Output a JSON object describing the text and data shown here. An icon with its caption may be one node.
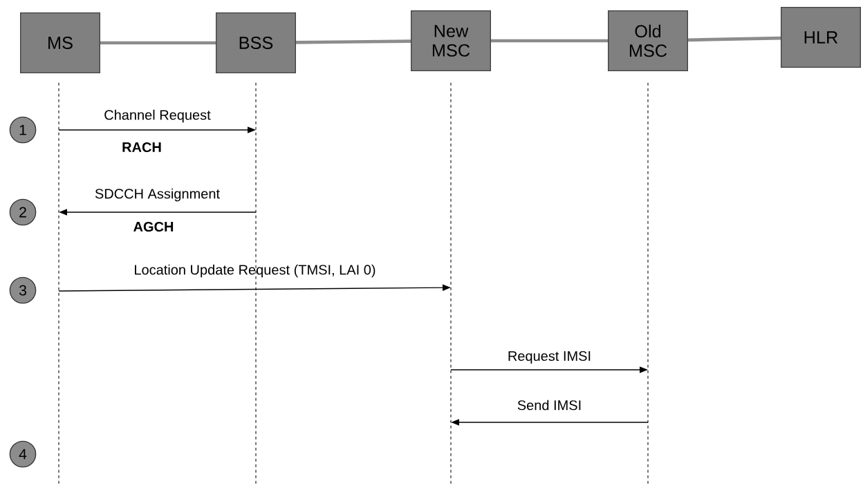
{
  "diagram": {
    "nodes": [
      {
        "text": [
          "MS"
        ]
      },
      {
        "text": [
          "BSS"
        ]
      },
      {
        "text": [
          "New MSC"
        ]
      },
      {
        "text": [
          "Old MSC"
        ]
      },
      {
        "text": [
          "HLR"
        ]
      },
      {
        "text": [
          "1"
        ]
      },
      {
        "text": [
          "2"
        ]
      },
      {
        "text": [
          "3"
        ]
      },
      {
        "text": [
          "4"
        ]
      },
      {
        "text": [],
        "shape": "line"
      },
      {
        "text": [],
        "shape": "line"
      },
      {
        "text": [],
        "shape": "line"
      },
      {
        "text": [],
        "shape": "line"
      }
    ],
    "edges": [
      {
        "from": 0,
        "to": 1,
        "arrow": "none",
        "style": "thick",
        "color": "#8c8c8c"
      },
      {
        "from": 1,
        "to": 2,
        "arrow": "none",
        "style": "thick",
        "color": "#8c8c8c"
      },
      {
        "from": 2,
        "to": 3,
        "arrow": "none",
        "style": "thick",
        "color": "#8c8c8c"
      },
      {
        "from": 3,
        "to": 4,
        "arrow": "none",
        "style": "thick",
        "color": "#8c8c8c"
      },
      {
        "from": 9,
        "to": 10,
        "arrow": "to",
        "label": "Channel Request"
      },
      {
        "from": 10,
        "to": 9,
        "arrow": "to",
        "label": "SDCCH Assignment"
      },
      {
        "from": 9,
        "to": 11,
        "arrow": "to",
        "label": "Location Update Request (TMSI, LAI 0)"
      },
      {
        "from": 11,
        "to": 12,
        "arrow": "to",
        "label": "Request IMSI"
      },
      {
        "from": 12,
        "to": 11,
        "arrow": "to",
        "label": "Send IMSI"
      }
    ],
    "labels": [
      "RACH",
      "AGCH"
    ]
  }
}
